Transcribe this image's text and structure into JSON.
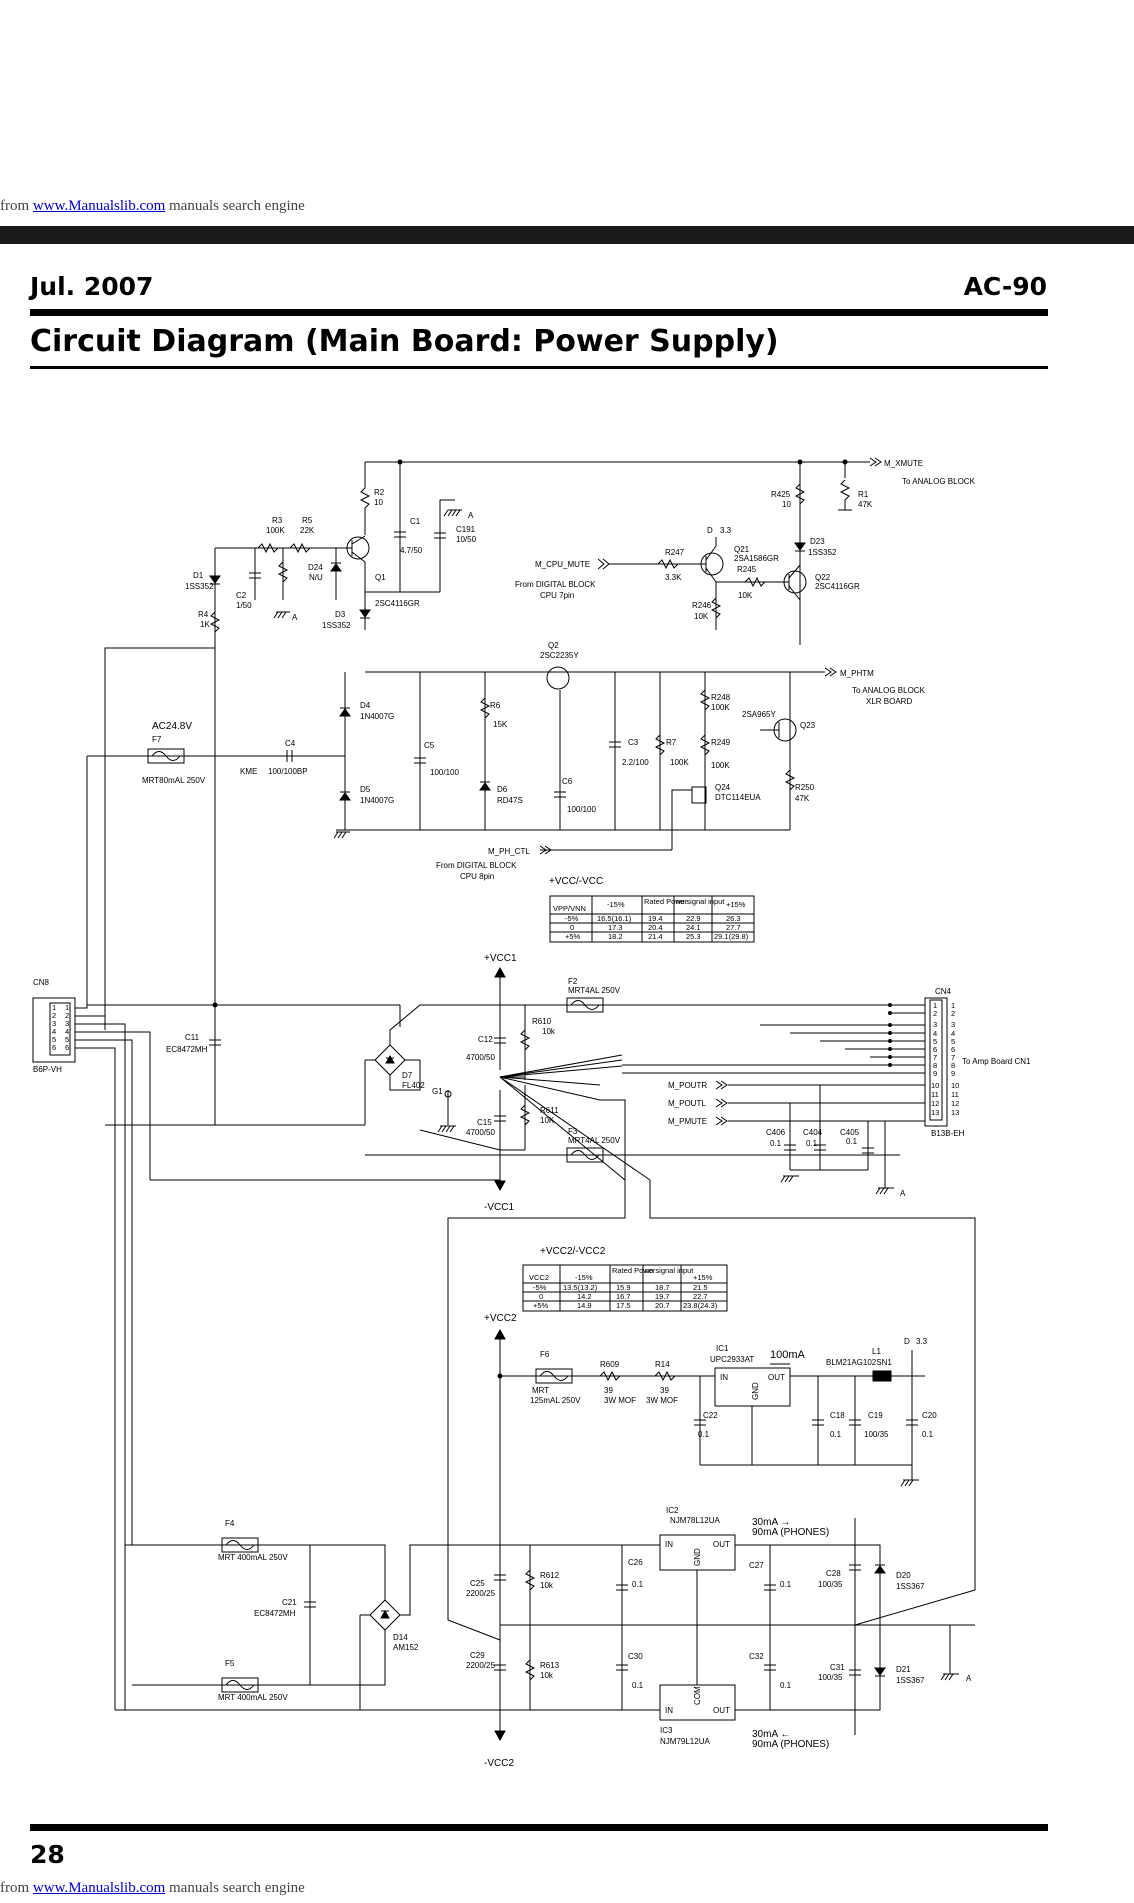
{
  "source": {
    "prefix": "from ",
    "link": "www.Manualslib.com",
    "suffix": " manuals search engine"
  },
  "header": {
    "date": "Jul. 2007",
    "model": "AC-90"
  },
  "page_title": "Circuit Diagram (Main Board: Power Supply)",
  "page_number": "28",
  "signals": {
    "m_xmute": "M_XMUTE",
    "to_analog": "To ANALOG BLOCK",
    "m_cpu_mute": "M_CPU_MUTE",
    "from_digital_7": "From DIGITAL BLOCK",
    "cpu7": "CPU 7pin",
    "m_phtm": "M_PHTM",
    "to_analog_xlr": "To ANALOG BLOCK",
    "xlr_board": "XLR BOARD",
    "m_ph_ctl": "M_PH_CTL",
    "from_digital_8": "From DIGITAL BLOCK",
    "cpu8": "CPU 8pin",
    "m_poutr": "M_POUTR",
    "m_poutl": "M_POUTL",
    "m_pmute": "M_PMUTE",
    "to_amp": "To Amp Board CN1",
    "ac24": "AC24.8V",
    "vcc1p": "+VCC1",
    "vcc1m": "-VCC1",
    "vcc2p": "+VCC2",
    "vcc2m": "-VCC2",
    "d33a": "D",
    "d33b": "3.3",
    "i100": "100mA",
    "phones1a": "30mA →",
    "phones1b": "90mA (PHONES)",
    "phones2a": "30mA ←",
    "phones2b": "90mA (PHONES)"
  },
  "components": {
    "r2": "R2",
    "r2v": "10",
    "c1": "C1",
    "c1v": "4.7/50",
    "c191": "C191",
    "c191v": "10/50",
    "r3": "R3",
    "r3v": "100K",
    "r5": "R5",
    "r5v": "22K",
    "d24": "D24",
    "d24v": "N/U",
    "q1": "Q1",
    "q1v": "2SC4116GR",
    "d1": "D1",
    "d1v": "1SS352",
    "c2": "C2",
    "c2v": "1/50",
    "r4": "R4",
    "r4v": "1K",
    "d3": "D3",
    "d3v": "1SS352",
    "r425": "R425",
    "r425v": "10",
    "r1": "R1",
    "r1v": "47K",
    "d23": "D23",
    "d23v": "1SS352",
    "r247": "R247",
    "r247v": "3.3K",
    "q21": "Q21",
    "q21v": "2SA1586GR",
    "r245": "R245",
    "r245v": "10K",
    "q22": "Q22",
    "q22v": "2SC4116GR",
    "r246": "R246",
    "r246v": "10K",
    "q2": "Q2",
    "q2v": "2SC2235Y",
    "d4": "D4",
    "d4v": "1N4007G",
    "d5": "D5",
    "d5v": "1N4007G",
    "r6": "R6",
    "r6v": "15K",
    "c5": "C5",
    "c5v": "100/100",
    "d6": "D6",
    "d6v": "RD47S",
    "c6": "C6",
    "c6v": "100/100",
    "c3": "C3",
    "c3v": "2.2/100",
    "r7": "R7",
    "r7v": "100K",
    "r248": "R248",
    "r248v": "100K",
    "r249": "R249",
    "r249v": "100K",
    "q23": "Q23",
    "q23v": "2SA965Y",
    "q24": "Q24",
    "q24v": "DTC114EUA",
    "r250": "R250",
    "r250v": "47K",
    "f7": "F7",
    "f7v": "MRT80mAL 250V",
    "c4": "C4",
    "kme": "KME",
    "c4v": "100/100BP",
    "cn8": "CN8",
    "cn8v": "B6P-VH",
    "c11": "C11",
    "c11v": "EC8472MH",
    "f2": "F2",
    "f2v": "MRT4AL 250V",
    "r610": "R610",
    "r610v": "10k",
    "c12": "C12",
    "c12v": "4700/50",
    "d7": "D7",
    "d7v": "FL402",
    "g1": "G1",
    "c15": "C15",
    "c15v": "4700/50",
    "r611": "R611",
    "r611v": "10K",
    "f3": "F3",
    "f3v": "MRT4AL 250V",
    "cn4": "CN4",
    "cn4v": "B13B-EH",
    "c406": "C406",
    "c406v": "0.1",
    "c404": "C404",
    "c404v": "0.1",
    "c405": "C405",
    "c405v": "0.1",
    "f6": "F6",
    "f6a": "MRT",
    "f6v": "125mAL 250V",
    "r609": "R609",
    "r609v": "39",
    "r609t": "3W MOF",
    "r14": "R14",
    "r14v": "39",
    "r14t": "3W MOF",
    "ic1": "IC1",
    "ic1v": "UPC2933AT",
    "c22": "C22",
    "c22v": "0.1",
    "l1": "L1",
    "l1v": "BLM21AG102SN1",
    "c18": "C18",
    "c18v": "0.1",
    "c19": "C19",
    "c19v": "100/35",
    "c20": "C20",
    "c20v": "0.1",
    "f4": "F4",
    "f4v": "MRT   400mAL 250V",
    "f5": "F5",
    "f5v": "MRT   400mAL 250V",
    "c21": "C21",
    "c21v": "EC8472MH",
    "d14": "D14",
    "d14v": "AM152",
    "c25": "C25",
    "c25v": "2200/25",
    "r612": "R612",
    "r612v": "10k",
    "c29": "C29",
    "c29v": "2200/25",
    "r613": "R613",
    "r613v": "10k",
    "ic2": "IC2",
    "ic2v": "NJM78L12UA",
    "ic3": "IC3",
    "ic3v": "NJM79L12UA",
    "c26": "C26",
    "c26v": "0.1",
    "c27": "C27",
    "c27v": "0.1",
    "c30": "C30",
    "c30v": "0.1",
    "c32": "C32",
    "c32v": "0.1",
    "c28": "C28",
    "c28v": "100/35",
    "c31": "C31",
    "c31v": "100/35",
    "d20": "D20",
    "d20v": "1SS367",
    "d21": "D21",
    "d21v": "1SS367",
    "pin_in": "IN",
    "pin_out": "OUT",
    "pin_gnd": "GND",
    "pin_com": "COM"
  },
  "table1": {
    "title": "+VCC/-VCC",
    "headers": [
      "VPP/VNN",
      "-15%",
      "Rated Power",
      "no signal input",
      "+15%"
    ],
    "rows": [
      [
        "-5%",
        "16.5(16.1)",
        "19.4",
        "22.9",
        "26.3"
      ],
      [
        "0",
        "17.3",
        "20.4",
        "24.1",
        "27.7"
      ],
      [
        "+5%",
        "18.2",
        "21.4",
        "25.3",
        "29.1(29.8)"
      ]
    ]
  },
  "table2": {
    "title": "+VCC2/-VCC2",
    "headers": [
      "VCC2",
      "-15%",
      "Rated Power",
      "no signal input",
      "+15%"
    ],
    "rows": [
      [
        "-5%",
        "13.5(13.2)",
        "15.9",
        "18.7",
        "21.5"
      ],
      [
        "0",
        "14.2",
        "16.7",
        "19.7",
        "22.7"
      ],
      [
        "+5%",
        "14.9",
        "17.5",
        "20.7",
        "23.8(24.3)"
      ]
    ]
  }
}
